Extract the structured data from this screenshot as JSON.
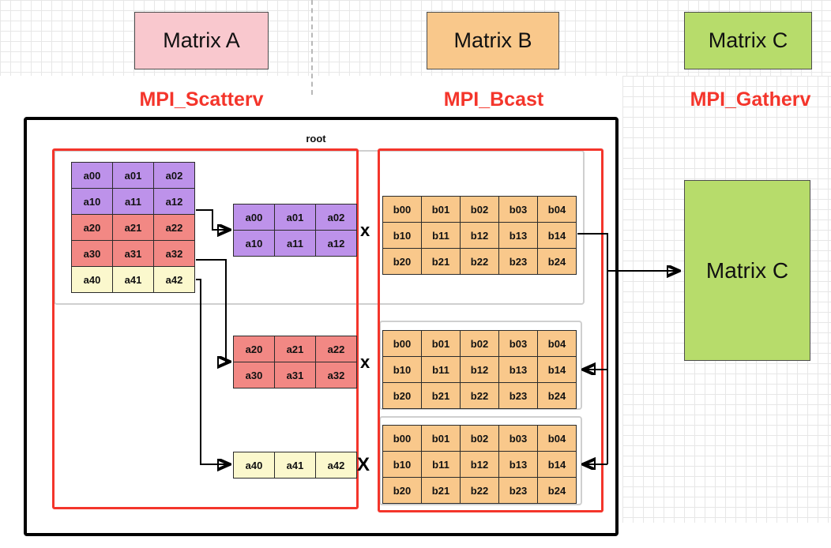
{
  "colors": {
    "purple": "#bd92ea",
    "red": "#f28884",
    "yellow": "#fbf8cd",
    "orange": "#f9c88b",
    "green": "#b7dc6b",
    "pink": "#f9c8ce",
    "accent": "#f campaign",
    "grid": "#e7e7e7"
  },
  "legend": {
    "matrix_a": {
      "label": "Matrix A",
      "mpi": "MPI_Scatterv"
    },
    "matrix_b": {
      "label": "Matrix B",
      "mpi": "MPI_Bcast"
    },
    "matrix_c": {
      "label": "Matrix C",
      "mpi": "MPI_Gatherv"
    }
  },
  "diagram": {
    "root_label": "root",
    "target_label": "Matrix C",
    "multiply": [
      "x",
      "x",
      "X"
    ],
    "matrix_a": {
      "rows": [
        [
          "a00",
          "a01",
          "a02"
        ],
        [
          "a10",
          "a11",
          "a12"
        ],
        [
          "a20",
          "a21",
          "a22"
        ],
        [
          "a30",
          "a31",
          "a32"
        ],
        [
          "a40",
          "a41",
          "a42"
        ]
      ],
      "row_colors": [
        "purple",
        "purple",
        "red",
        "red",
        "yellow"
      ]
    },
    "block_a1": {
      "rows": [
        [
          "a00",
          "a01",
          "a02"
        ],
        [
          "a10",
          "a11",
          "a12"
        ]
      ],
      "row_colors": [
        "purple",
        "purple"
      ]
    },
    "block_a2": {
      "rows": [
        [
          "a20",
          "a21",
          "a22"
        ],
        [
          "a30",
          "a31",
          "a32"
        ]
      ],
      "row_colors": [
        "red",
        "red"
      ]
    },
    "block_a3": {
      "rows": [
        [
          "a40",
          "a41",
          "a42"
        ]
      ],
      "row_colors": [
        "yellow"
      ]
    },
    "matrix_b1": {
      "rows": [
        [
          "b00",
          "b01",
          "b02",
          "b03",
          "b04"
        ],
        [
          "b10",
          "b11",
          "b12",
          "b13",
          "b14"
        ],
        [
          "b20",
          "b21",
          "b22",
          "b23",
          "b24"
        ]
      ],
      "color": "orange"
    },
    "matrix_b2": {
      "rows": [
        [
          "b00",
          "b01",
          "b02",
          "b03",
          "b04"
        ],
        [
          "b10",
          "b11",
          "b12",
          "b13",
          "b14"
        ],
        [
          "b20",
          "b21",
          "b22",
          "b23",
          "b24"
        ]
      ],
      "color": "orange"
    },
    "matrix_b3": {
      "rows": [
        [
          "b00",
          "b01",
          "b02",
          "b03",
          "b04"
        ],
        [
          "b10",
          "b11",
          "b12",
          "b13",
          "b14"
        ],
        [
          "b20",
          "b21",
          "b22",
          "b23",
          "b24"
        ]
      ],
      "color": "orange"
    }
  }
}
